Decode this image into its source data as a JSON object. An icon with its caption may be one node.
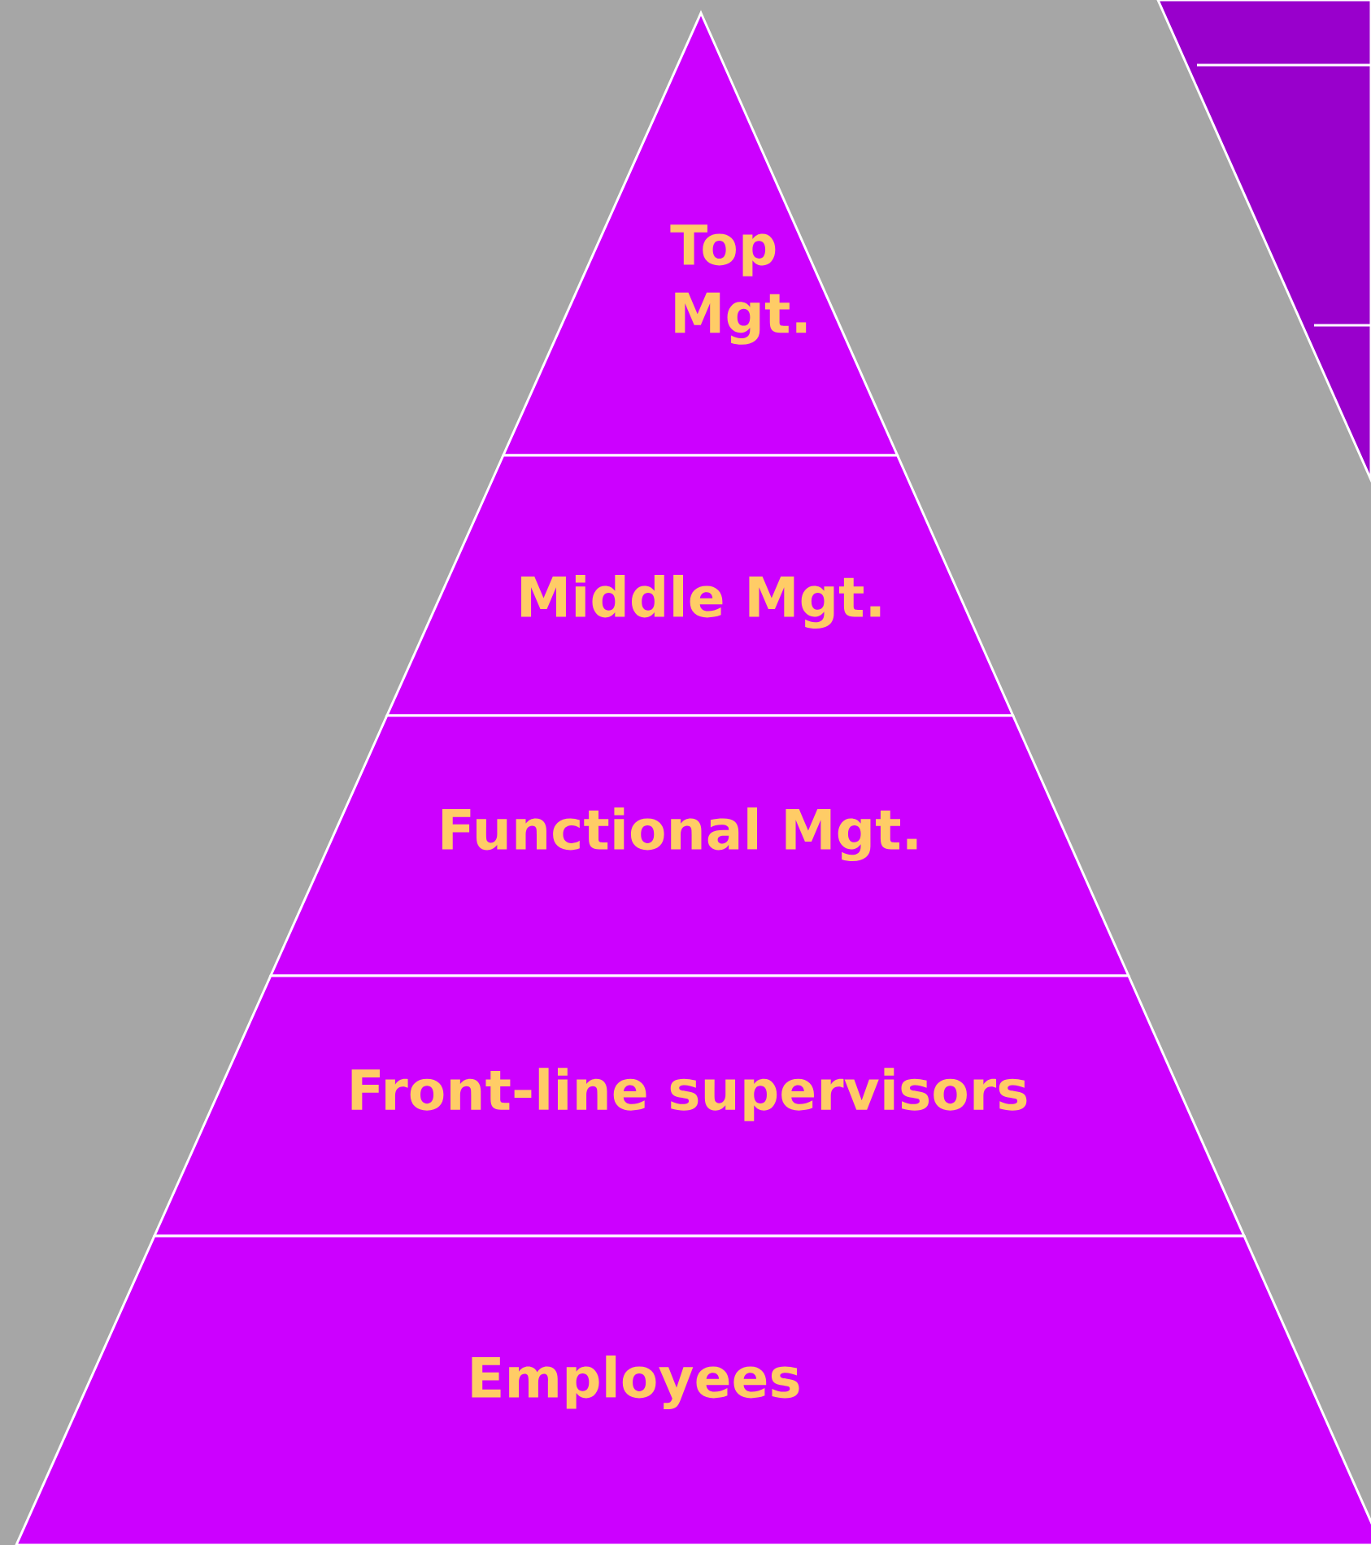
{
  "diagram": {
    "nodes": [
      {
        "text": [
          "Top Mgt."
        ]
      },
      {
        "text": [
          "Middle Mgt."
        ]
      },
      {
        "text": [
          "Functional Mgt."
        ]
      },
      {
        "text": [
          "Front-line supervisors"
        ]
      },
      {
        "text": [
          "Employees"
        ]
      }
    ]
  }
}
